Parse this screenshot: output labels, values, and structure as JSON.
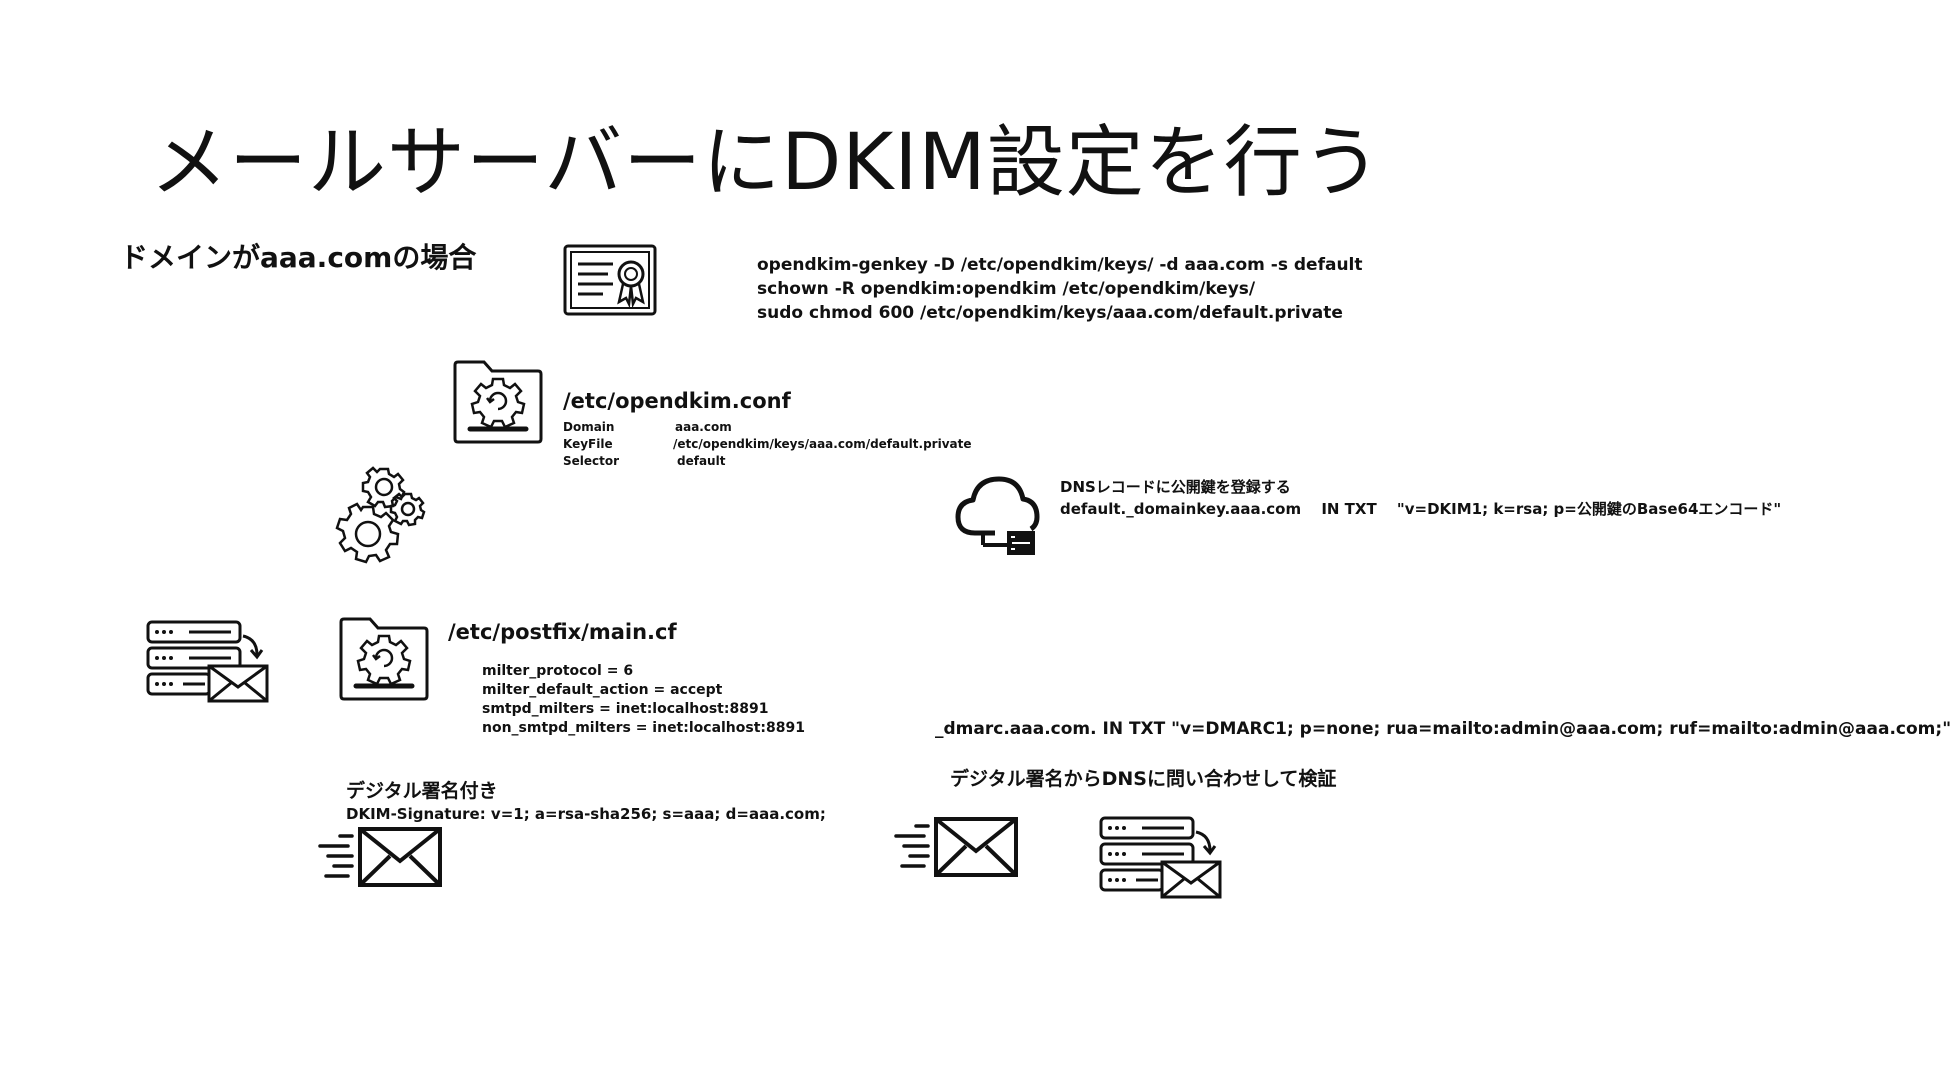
{
  "title": "メールサーバーにDKIM設定を行う",
  "subtitle": "ドメインがaaa.comの場合",
  "keygen": {
    "lines": [
      "opendkim-genkey -D /etc/opendkim/keys/ -d aaa.com -s default",
      "schown -R opendkim:opendkim /etc/opendkim/keys/",
      "sudo chmod 600 /etc/opendkim/keys/aaa.com/default.private"
    ]
  },
  "opendkim_conf": {
    "path": "/etc/opendkim.conf",
    "entries": [
      {
        "key": "Domain",
        "value": "aaa.com"
      },
      {
        "key": "KeyFile",
        "value": "/etc/opendkim/keys/aaa.com/default.private"
      },
      {
        "key": "Selector",
        "value": "default"
      }
    ]
  },
  "dns": {
    "caption": "DNSレコードに公開鍵を登録する",
    "record": "default._domainkey.aaa.com　 IN TXT　 \"v=DKIM1; k=rsa; p=公開鍵のBase64エンコード\""
  },
  "postfix": {
    "path": "/etc/postfix/main.cf",
    "lines": [
      "milter_protocol = 6",
      "milter_default_action = accept",
      "smtpd_milters = inet:localhost:8891",
      "non_smtpd_milters = inet:localhost:8891"
    ]
  },
  "dmarc": {
    "record": "_dmarc.aaa.com. IN TXT \"v=DMARC1; p=none; rua=mailto:admin@aaa.com; ruf=mailto:admin@aaa.com;\""
  },
  "signed_mail": {
    "label": "デジタル署名付き",
    "signature": "DKIM-Signature: v=1; a=rsa-sha256; s=aaa; d=aaa.com;"
  },
  "verify": {
    "label": "デジタル署名からDNSに問い合わせして検証"
  },
  "icons": {
    "certificate": "certificate-icon",
    "config_folder": "config-folder-icon",
    "gears": "gears-icon",
    "cloud": "cloud-server-icon",
    "mail_server": "mail-server-icon",
    "mail": "fast-mail-icon"
  },
  "colors": {
    "ink": "#111111",
    "background": "#ffffff"
  }
}
